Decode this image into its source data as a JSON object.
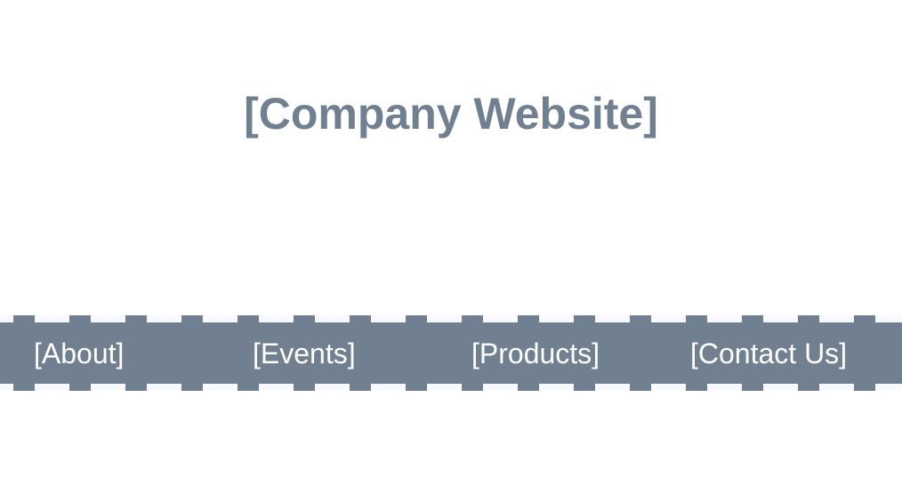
{
  "header": {
    "title": "[Company Website]"
  },
  "nav": {
    "items": [
      {
        "label": "[About]"
      },
      {
        "label": "[Events]"
      },
      {
        "label": "[Products]"
      },
      {
        "label": "[Contact Us]"
      }
    ]
  },
  "colors": {
    "primary": "#708090",
    "nav_background": "#f8f8ff",
    "text_on_nav": "#ffffff"
  }
}
